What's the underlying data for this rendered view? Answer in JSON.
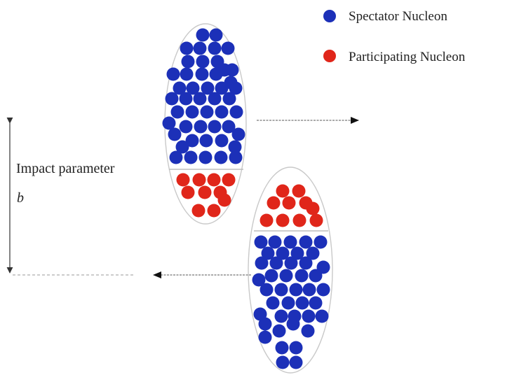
{
  "legend": {
    "spectator_label": "Spectator Nucleon",
    "participant_label": "Participating Nucleon"
  },
  "impact": {
    "label": "Impact parameter",
    "symbol": "b"
  },
  "colors": {
    "spectator": "#1c30b8",
    "participant": "#e0261a",
    "outline": "#c9c9c9",
    "arrow": "#777777",
    "arrowhead": "#111111"
  },
  "icons": {
    "spectator": "blue-circle-icon",
    "participant": "red-circle-icon",
    "arrow_right": "arrow-right-icon",
    "arrow_left": "arrow-left-icon",
    "double_arrow": "double-arrow-vertical-icon"
  }
}
